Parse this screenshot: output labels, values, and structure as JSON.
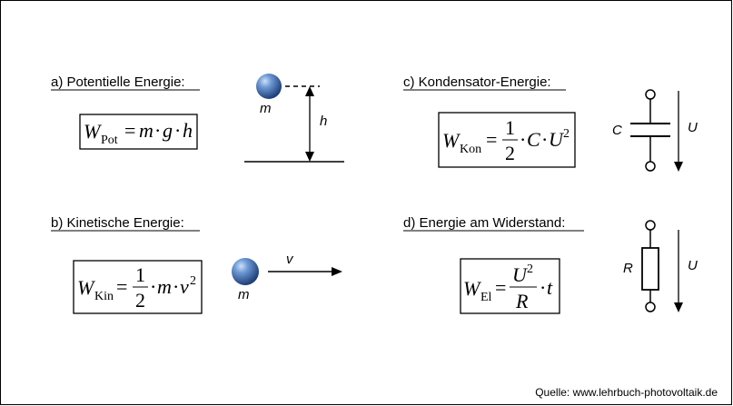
{
  "headings": {
    "a": "a) Potentielle  Energie:",
    "b": "b) Kinetische Energie:",
    "c": "c) Kondensator-Energie:",
    "d": "d) Energie am Widerstand:"
  },
  "formulas": {
    "potential": {
      "W": "W",
      "sub": "Pot",
      "eq": "=",
      "m": "m",
      "dot1": "·",
      "g": "g",
      "dot2": "·",
      "h": "h"
    },
    "kinetic": {
      "W": "W",
      "sub": "Kin",
      "eq": "=",
      "num": "1",
      "den": "2",
      "dot1": "·",
      "m": "m",
      "dot2": "·",
      "v": "v",
      "exp": "2"
    },
    "capacitor": {
      "W": "W",
      "sub": "Kon",
      "eq": "=",
      "num": "1",
      "den": "2",
      "dot1": "·",
      "C": "C",
      "dot2": "·",
      "U": "U",
      "exp": "2"
    },
    "resistor": {
      "W": "W",
      "sub": "El",
      "eq": "=",
      "numU": "U",
      "numExp": "2",
      "den": "R",
      "dot": "·",
      "t": "t"
    }
  },
  "labels": {
    "mass_a": "m",
    "height": "h",
    "mass_b": "m",
    "velocity": "v",
    "capacitance": "C",
    "voltage_c": "U",
    "resistance": "R",
    "voltage_d": "U"
  },
  "source": "Quelle: www.lehrbuch-photovoltaik.de",
  "colors": {
    "ball": "#3f6fb5",
    "stroke": "#000000"
  }
}
